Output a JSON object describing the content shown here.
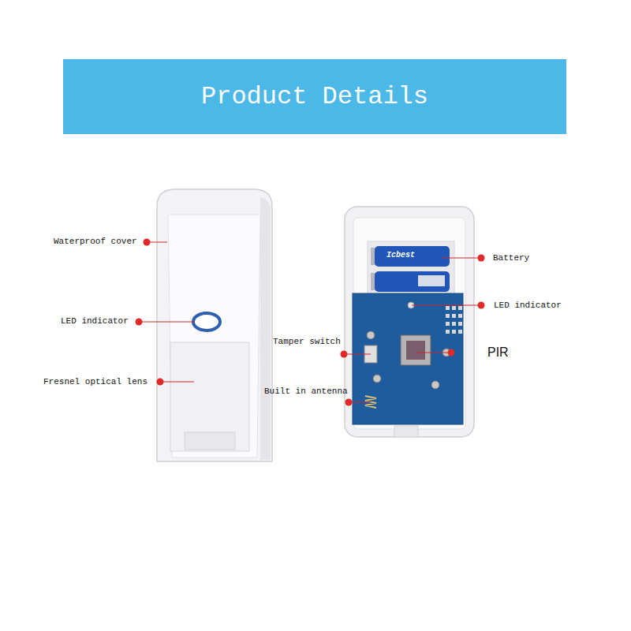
{
  "diagram": {
    "title": "Product Details",
    "labels": [
      "Waterproof cover",
      "LED indicator",
      "Fresnel optical lens",
      "Icbest",
      "Battery",
      "LED indicator",
      "Tamper switch",
      "PIR",
      "Built in antenna"
    ]
  }
}
